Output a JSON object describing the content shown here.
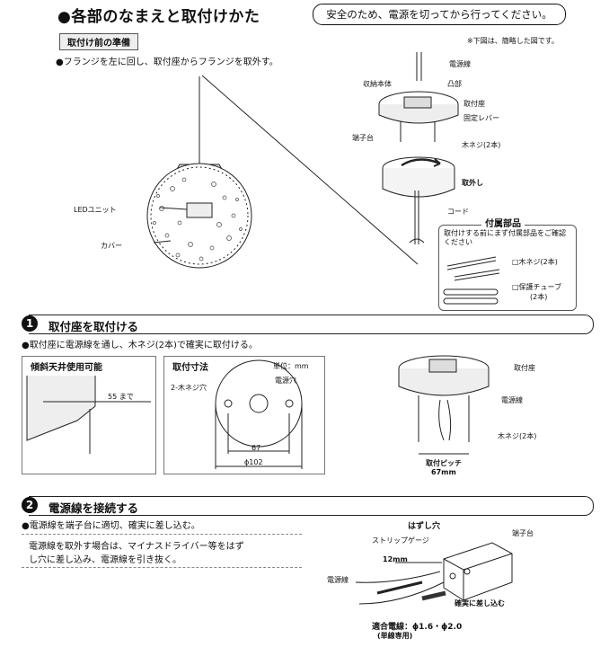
{
  "header": {
    "title": "●各部のなまえと取付けかた",
    "notice": "安全のため、電源を切ってから行ってください。"
  },
  "prep": {
    "label": "取付け前の準備",
    "instruction": "●フランジを左に回し、取付座からフランジを取外す。",
    "note": "※下図は、簡略した図です。",
    "labels": {
      "led_unit": "LEDユニット",
      "cover": "カバー",
      "power_wire": "電源線",
      "housing": "収納本体",
      "convex": "凸部",
      "mount_seat": "取付座",
      "fixing_lever": "固定レバー",
      "terminal": "端子台",
      "wood_screw": "木ネジ(2本)",
      "remove": "取外し",
      "cord": "コード"
    }
  },
  "accessories": {
    "title": "付属部品",
    "desc_line1": "取付けする前にまず付属部品をご確認",
    "desc_line2": "ください",
    "item1": "□木ネジ(2本)",
    "item2": "□保護チューブ",
    "item2_count": "(2本)"
  },
  "step1": {
    "number": "1",
    "title": "取付座を取付ける",
    "instruction": "●取付座に電源線を通し、木ネジ(2本)で確実に取付ける。",
    "slope_box": {
      "title": "傾斜天井使用可能",
      "angle": "55 まで"
    },
    "dims_box": {
      "title": "取付寸法",
      "unit": "単位：mm",
      "screw_label": "2-木ネジ穴",
      "hole_label": "電源穴",
      "dim_pitch": "67",
      "dim_dia": "ϕ102"
    },
    "labels": {
      "mount_seat": "取付座",
      "power_wire": "電源線",
      "wood_screw": "木ネジ(2本)",
      "pitch_title": "取付ピッチ",
      "pitch_value": "67mm"
    }
  },
  "step2": {
    "number": "2",
    "title": "電源線を接続する",
    "instruction": "●電源線を端子台に適切、確実に差し込む。",
    "note_line1": "電源線を取外す場合は、マイナスドライバー等をはず",
    "note_line2": "し穴に差し込み、電源線を引き抜く。",
    "labels": {
      "release_hole": "はずし穴",
      "strip_gauge": "ストリップゲージ",
      "terminal": "端子台",
      "length": "12mm",
      "power_wire": "電源線",
      "insert": "確実に差し込む",
      "wire_spec": "適合電線：ϕ1.6・ϕ2.0",
      "wire_type": "(単線専用)"
    }
  }
}
